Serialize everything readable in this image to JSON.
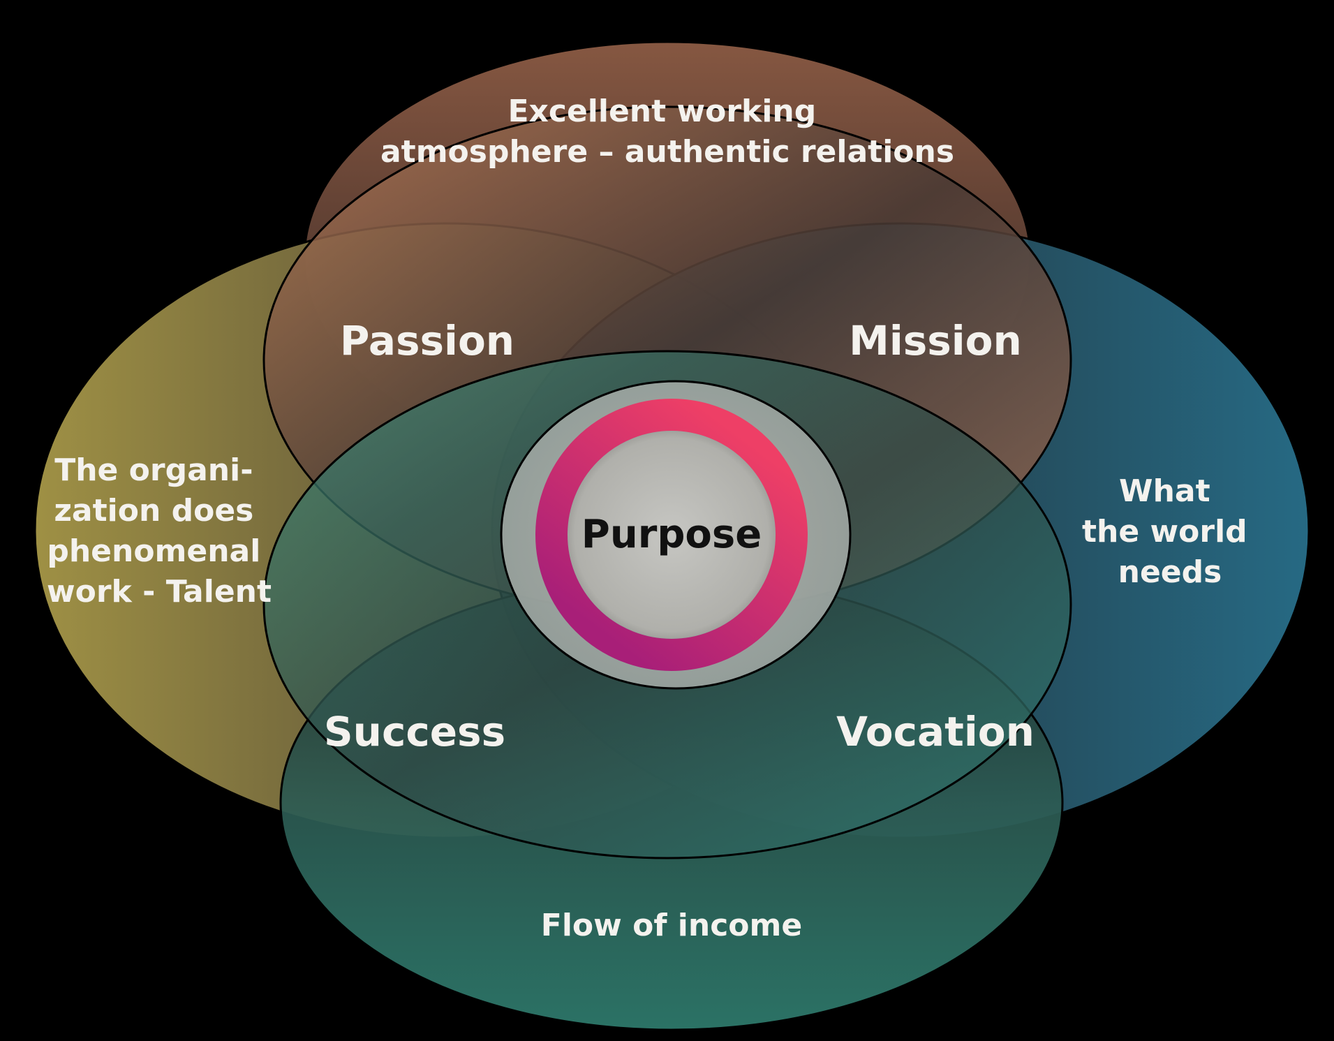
{
  "diagram": {
    "outer": {
      "top": [
        "Excellent working",
        "atmosphere – authentic relations"
      ],
      "left": [
        "The organi-",
        "zation does",
        "phenomenal",
        "work - Talent"
      ],
      "right": [
        "What",
        "the world",
        "needs"
      ],
      "bottom": [
        "Flow of income"
      ]
    },
    "intersections": {
      "passion": "Passion",
      "mission": "Mission",
      "success": "Success",
      "vocation": "Vocation"
    },
    "center": "Purpose",
    "colors": {
      "background": "#000000",
      "top_ellipse": "#8a5a44",
      "left_ellipse": "#a89a4c",
      "right_ellipse": "#2a6f86",
      "bottom_ellipse": "#2f7a6a",
      "ring_start": "#ee3f66",
      "ring_end": "#a81f78",
      "center_fill": "#b4b4ae",
      "label_text": "#f4f2ee",
      "center_text": "#111111"
    }
  }
}
